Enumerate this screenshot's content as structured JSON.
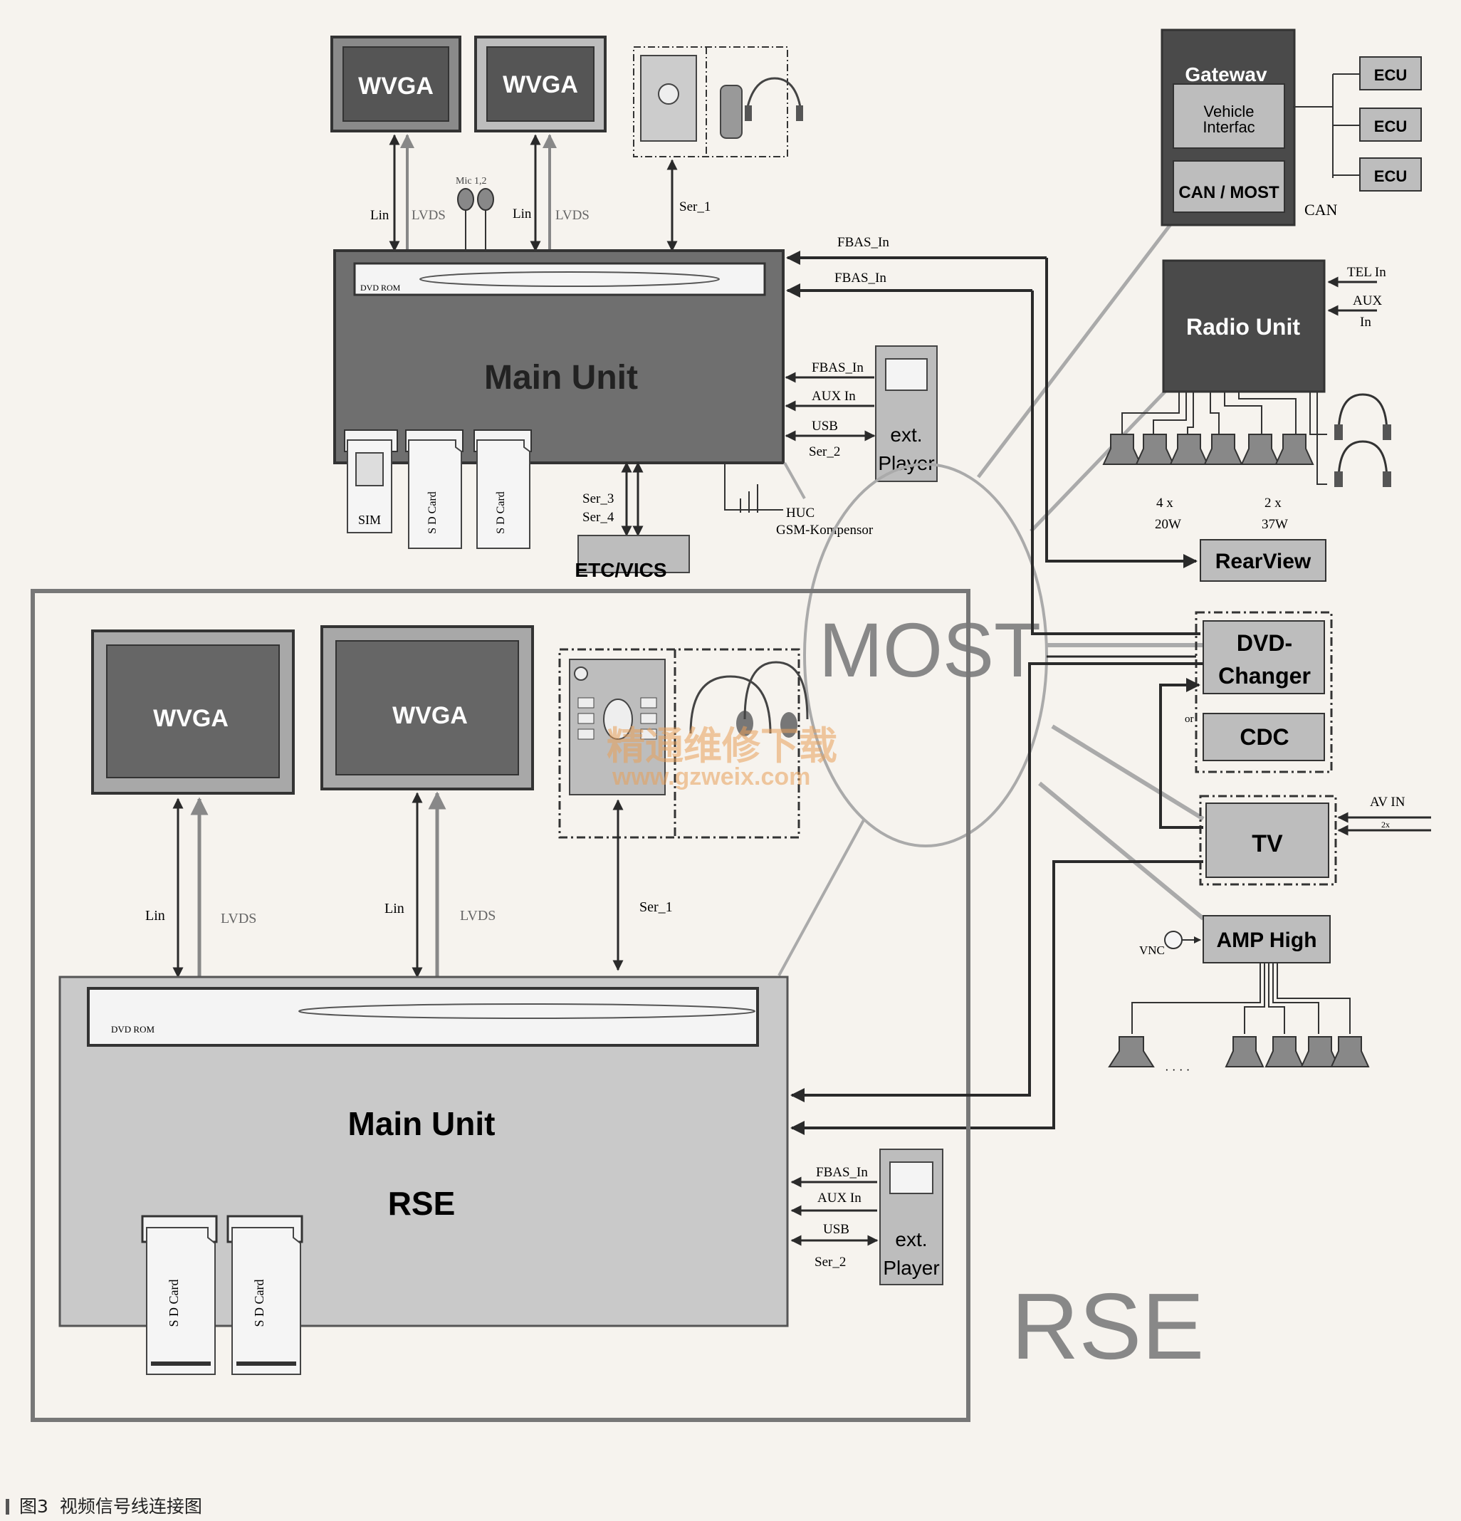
{
  "top": {
    "display_left": "WVGA",
    "display_right": "WVGA",
    "lin_left": "Lin",
    "lvds_left": "LVDS",
    "lin_right": "Lin",
    "lvds_right": "LVDS",
    "mic": "Mic 1,2",
    "ser1": "Ser_1",
    "dvd_rom": "DVD ROM",
    "main_unit": "Main Unit",
    "fbas_in_1": "FBAS_In",
    "fbas_in_2": "FBAS_In",
    "fbas_in_3": "FBAS_In",
    "aux_in": "AUX In",
    "usb": "USB",
    "ser2": "Ser_2",
    "ext_player_1": "ext.",
    "ext_player_2": "Player",
    "sim": "SIM",
    "sd_card_1": "S D Card",
    "sd_card_2": "S D Card",
    "ser3": "Ser_3",
    "ser4": "Ser_4",
    "etc_vics": "ETC/VICS",
    "huc": "HUC",
    "gsm": "GSM-Kompensor"
  },
  "right": {
    "gateway": "Gatewav",
    "vehicle_1": "Vehicle",
    "vehicle_2": "Interfac",
    "can_most": "CAN / MOST",
    "ecu_1": "ECU",
    "ecu_2": "ECU",
    "ecu_3": "ECU",
    "can": "CAN",
    "radio_unit": "Radio Unit",
    "tel_in": "TEL In",
    "aux_1": "AUX",
    "aux_2": "In",
    "spk_left_1": "4 x",
    "spk_left_2": "20W",
    "spk_right_1": "2 x",
    "spk_right_2": "37W",
    "rearview": "RearView",
    "dvd_changer_1": "DVD-",
    "dvd_changer_2": "Changer",
    "or": "or",
    "cdc": "CDC",
    "av_in": "AV IN",
    "av_sub": "2x",
    "tv": "TV",
    "vnc": "VNC",
    "amp_high": "AMP High",
    "dots": "· · · ·"
  },
  "most": "MOST",
  "rse_section": {
    "display_left": "WVGA",
    "display_right": "WVGA",
    "lin_left": "Lin",
    "lvds_left": "LVDS",
    "lin_right": "Lin",
    "lvds_right": "LVDS",
    "ser1": "Ser_1",
    "dvd_rom": "DVD ROM",
    "main_unit": "Main Unit",
    "rse_label": "RSE",
    "fbas_in": "FBAS_In",
    "aux_in": "AUX In",
    "usb": "USB",
    "ser2": "Ser_2",
    "ext_player_1": "ext.",
    "ext_player_2": "Player",
    "sd_card_1": "S D Card",
    "sd_card_2": "S D Card",
    "big_label": "RSE"
  },
  "watermark": {
    "cn": "精通维修下载",
    "url": "www.gzweix.com"
  },
  "caption": {
    "figure": "图3",
    "title": "视频信号线连接图"
  }
}
